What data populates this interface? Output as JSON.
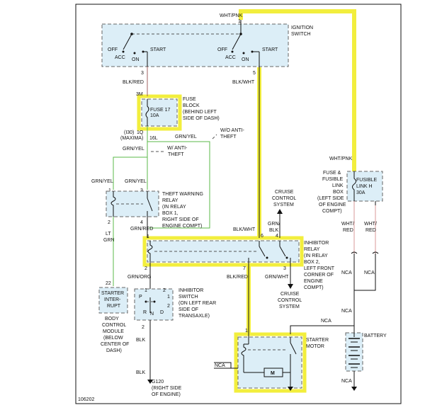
{
  "ignition_switch": {
    "wire_top": "WHT/PNK",
    "pin_top": "1",
    "title": [
      "IGNITION",
      "SWITCH"
    ],
    "left_positions": {
      "off": "OFF",
      "acc": "ACC",
      "on": "ON",
      "start": "START"
    },
    "right_positions": {
      "off": "OFF",
      "acc": "ACC",
      "on": "ON",
      "start": "START"
    },
    "pin_left": "3",
    "pin_right": "5",
    "wire_left": "BLK/RED",
    "wire_right": "BLK/WHT"
  },
  "fuse_block": {
    "pin_top": "3M",
    "fuse_label": "FUSE 17",
    "fuse_rating": "10A",
    "title": [
      "FUSE",
      "BLOCK",
      "(BEHIND LEFT",
      "SIDE OF DASH)"
    ],
    "pin_bottom_a": "1Q",
    "pin_bottom_b": "16L",
    "variant_note": [
      "(I30)",
      "(MAXIMA)"
    ],
    "wire_out": "GRN/YEL",
    "wo_anti_theft": [
      "W/O ANTI-",
      "THEFT"
    ],
    "w_anti_theft": [
      "W/ ANTI-",
      "THEFT"
    ],
    "wire_branch": "GRN/YEL"
  },
  "theft_warning_relay": {
    "wire_left": "GRN/YEL",
    "wire_right": "GRN/YEL",
    "pin_top_left": "1",
    "pin_top_right": "3",
    "pin_bottom_left": "2",
    "pin_bottom_right": "4",
    "title": [
      "THEFT WARNING",
      "RELAY",
      "(IN RELAY",
      "BOX 1,",
      "RIGHT SIDE OF",
      "ENGINE COMPT)"
    ],
    "wire_out_left": [
      "LT",
      "GRN"
    ],
    "wire_out_right": "GRN/RED"
  },
  "cruise_top": {
    "title": [
      "CRUISE",
      "CONTROL",
      "SYSTEM"
    ],
    "wire": [
      "GRN/",
      "BLK"
    ]
  },
  "inhibitor_relay": {
    "pin_1": "1",
    "pin_6": "6",
    "pin_4": "4",
    "pin_2": "2",
    "pin_7": "7",
    "pin_3": "3",
    "wire_pin6": "BLK/WHT",
    "title": [
      "INHIBITOR",
      "RELAY",
      "(IN RELAY",
      "BOX 2,",
      "LEFT FRONT",
      "CORNER OF",
      "ENGINE",
      "COMPT)"
    ],
    "wire_pin2": "GRN/ORG",
    "wire_pin7": "BLK/RED",
    "wire_pin3": "GRN/WHT"
  },
  "cruise_bottom": {
    "title": [
      "CRUISE",
      "CONTROL",
      "SYSTEM"
    ]
  },
  "starter_interrupt": {
    "pin": "22",
    "box": [
      "STARTER",
      "INTER-",
      "RUPT"
    ],
    "module": [
      "BODY",
      "CONTROL",
      "MODULE",
      "(BELOW",
      "CENTER OF",
      "DASH)"
    ]
  },
  "inhibitor_switch": {
    "title": [
      "INHIBITOR",
      "SWITCH",
      "(ON LEFT REAR",
      "SIDE OF",
      "TRANSAXLE)"
    ],
    "positions": {
      "p": "P",
      "r": "R",
      "n": "N",
      "d": "D"
    },
    "pin_1": "1",
    "pin_2": "2",
    "pin_top_left": "1",
    "pin_top_right": "2",
    "pin_bottom": "2",
    "wire_down": "BLK",
    "wire_ground": "BLK",
    "ground_label": "G120",
    "ground_desc": [
      "(RIGHT SIDE",
      "OF ENGINE)"
    ]
  },
  "fusible_link": {
    "wire_in": "WHT/PNK",
    "title": [
      "FUSE &",
      "FUSIBLE",
      "LINK",
      "BOX",
      "(LEFT SIDE",
      "OF ENGINE",
      "COMPT)"
    ],
    "link_label": [
      "FUSIBLE",
      "LINK H"
    ],
    "link_rating": "30A",
    "wire_left": [
      "WHT/",
      "RED"
    ],
    "wire_right": [
      "WHT/",
      "RED"
    ],
    "nca_left": "NCA",
    "nca_right": "NCA",
    "nca_lower": "NCA",
    "nca_starter": "NCA"
  },
  "starter_motor": {
    "pin": "1",
    "title": [
      "STARTER",
      "MOTOR"
    ],
    "motor_symbol": "M",
    "nca_left": "NCA"
  },
  "battery": {
    "title": "BATTERY",
    "nca_bottom": "NCA"
  },
  "figure_id": "106202"
}
